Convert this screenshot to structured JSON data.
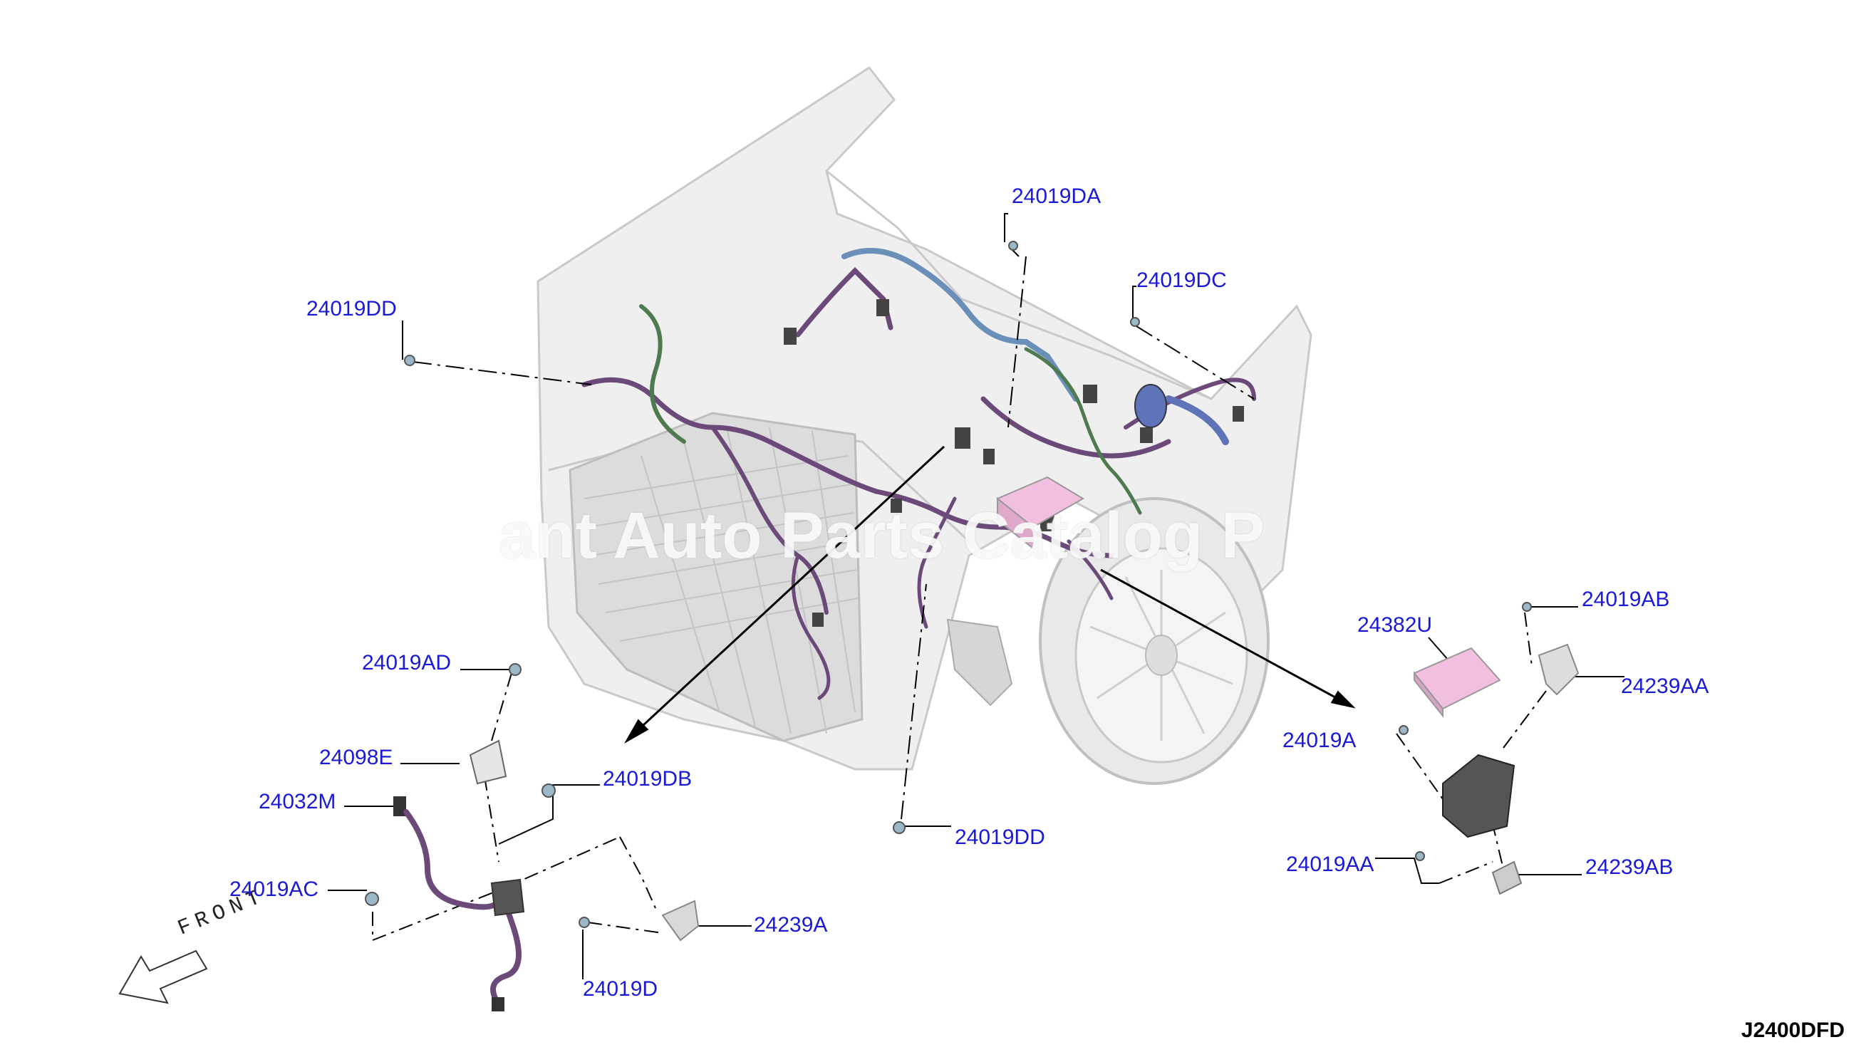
{
  "diagram": {
    "code": "J2400DFD",
    "front_label": "FRONT",
    "watermark": "ant Auto Parts Catalog P"
  },
  "parts": [
    {
      "id": "24019DA",
      "label": "24019DA"
    },
    {
      "id": "24019DC",
      "label": "24019DC"
    },
    {
      "id": "24019DD_top",
      "label": "24019DD"
    },
    {
      "id": "24019AD",
      "label": "24019AD"
    },
    {
      "id": "24098E",
      "label": "24098E"
    },
    {
      "id": "24019DB",
      "label": "24019DB"
    },
    {
      "id": "24032M",
      "label": "24032M"
    },
    {
      "id": "24019AC",
      "label": "24019AC"
    },
    {
      "id": "24239A",
      "label": "24239A"
    },
    {
      "id": "24019D",
      "label": "24019D"
    },
    {
      "id": "24019DD_bottom",
      "label": "24019DD"
    },
    {
      "id": "24382U",
      "label": "24382U"
    },
    {
      "id": "24019AB",
      "label": "24019AB"
    },
    {
      "id": "24239AA",
      "label": "24239AA"
    },
    {
      "id": "24019A",
      "label": "24019A"
    },
    {
      "id": "24019AA",
      "label": "24019AA"
    },
    {
      "id": "24239AB",
      "label": "24239AB"
    }
  ],
  "colors": {
    "label": "#1a1ad6",
    "harness": "#6b4a7a",
    "harness_blue": "#6a8fb8",
    "harness_green": "#4f7a4f",
    "body_outline": "#c8c8c8",
    "body_fill": "#f1f1f1",
    "fuse_box": "#f2bfe0"
  }
}
